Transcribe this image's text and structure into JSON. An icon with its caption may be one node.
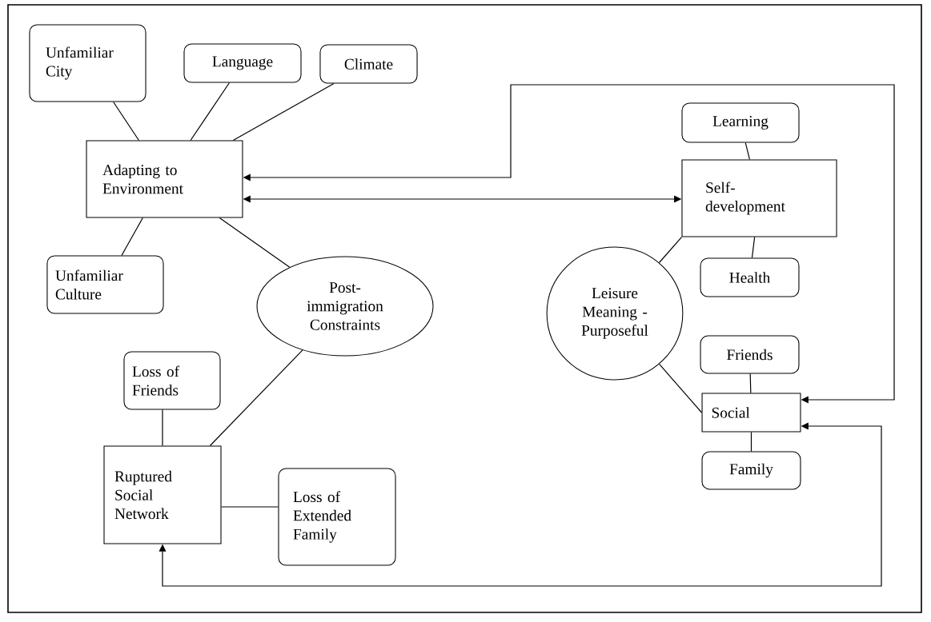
{
  "diagram": {
    "nodes": [
      {
        "text": [
          "Unfamiliar City"
        ]
      },
      {
        "text": [
          "Language"
        ]
      },
      {
        "text": [
          "Climate"
        ]
      },
      {
        "text": [
          "Adapting to Environment"
        ]
      },
      {
        "text": [
          "Unfamiliar Culture"
        ]
      },
      {
        "text": [
          "Post-immigration Constraints"
        ]
      },
      {
        "text": [
          "Learning"
        ]
      },
      {
        "text": [
          "Self-development"
        ]
      },
      {
        "text": [
          "Health"
        ]
      },
      {
        "text": [
          "Leisure Meaning - Purposeful"
        ]
      },
      {
        "text": [
          "Friends"
        ]
      },
      {
        "text": [
          "Social"
        ]
      },
      {
        "text": [
          "Family"
        ]
      },
      {
        "text": [
          "Loss of Friends"
        ]
      },
      {
        "text": [
          "Ruptured Social Network"
        ]
      },
      {
        "text": [
          "Loss of Extended Family"
        ]
      }
    ],
    "edges": [
      {
        "from": 0,
        "to": 3,
        "arrow": "none"
      },
      {
        "from": 1,
        "to": 3,
        "arrow": "none"
      },
      {
        "from": 2,
        "to": 3,
        "arrow": "none"
      },
      {
        "from": 4,
        "to": 3,
        "arrow": "none"
      },
      {
        "from": 5,
        "to": 3,
        "arrow": "none"
      },
      {
        "from": 3,
        "to": 7,
        "arrow": "both"
      },
      {
        "from": 11,
        "to": 3,
        "arrow": "both"
      },
      {
        "from": 6,
        "to": 7,
        "arrow": "none"
      },
      {
        "from": 7,
        "to": 8,
        "arrow": "none"
      },
      {
        "from": 9,
        "to": 7,
        "arrow": "none"
      },
      {
        "from": 9,
        "to": 11,
        "arrow": "none"
      },
      {
        "from": 10,
        "to": 11,
        "arrow": "none"
      },
      {
        "from": 11,
        "to": 12,
        "arrow": "none"
      },
      {
        "from": 13,
        "to": 14,
        "arrow": "none"
      },
      {
        "from": 14,
        "to": 15,
        "arrow": "none"
      },
      {
        "from": 5,
        "to": 14,
        "arrow": "none"
      },
      {
        "from": 14,
        "to": 11,
        "arrow": "both"
      }
    ]
  }
}
